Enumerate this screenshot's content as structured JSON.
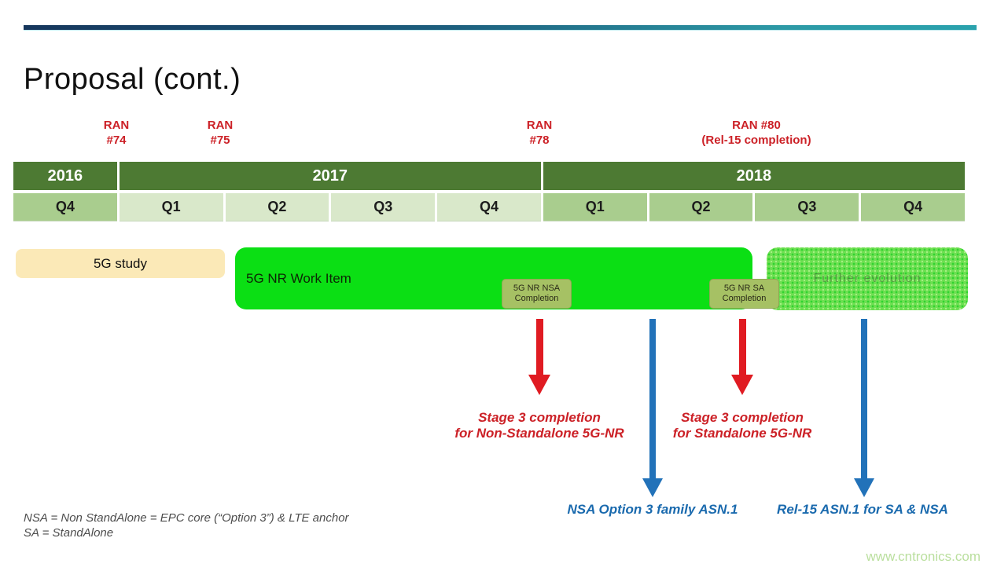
{
  "slide": {
    "title": "Proposal (cont.)",
    "watermark": "www.cntronics.com"
  },
  "milestones": [
    {
      "line1": "RAN",
      "line2": "#74"
    },
    {
      "line1": "RAN",
      "line2": "#75"
    },
    {
      "line1": "RAN",
      "line2": "#78"
    },
    {
      "line1": "RAN #80",
      "line2": "(Rel-15 completion)"
    }
  ],
  "timeline": {
    "years": [
      {
        "label": "2016"
      },
      {
        "label": "2017"
      },
      {
        "label": "2018"
      }
    ],
    "quarters": [
      "Q4",
      "Q1",
      "Q2",
      "Q3",
      "Q4",
      "Q1",
      "Q2",
      "Q3",
      "Q4"
    ]
  },
  "bars": {
    "study": "5G study",
    "work_item": "5G NR Work Item",
    "further_evolution": "Further evolution",
    "nsa_completion": {
      "line1": "5G NR NSA",
      "line2": "Completion"
    },
    "sa_completion": {
      "line1": "5G NR SA",
      "line2": "Completion"
    }
  },
  "annotations": {
    "stage3_nsa": {
      "line1": "Stage 3 completion",
      "line2": "for Non-Standalone 5G-NR"
    },
    "stage3_sa": {
      "line1": "Stage 3 completion",
      "line2": "for Standalone 5G-NR"
    },
    "nsa_asn1": "NSA Option 3  family ASN.1",
    "rel15_asn1": "Rel-15 ASN.1 for SA & NSA"
  },
  "footnotes": {
    "line1": "NSA = Non StandAlone = EPC core (“Option 3”) & LTE anchor",
    "line2": "SA = StandAlone"
  },
  "colors": {
    "accent_gradient_start": "#16365c",
    "accent_gradient_end": "#2aa2ad",
    "year_row_green": "#4d7a33",
    "quarter_medium_green": "#a9cd8e",
    "quarter_light_green": "#d9e8ca",
    "study_bar_yellow": "#fbe9b7",
    "work_item_green": "#0bdf14",
    "completion_box_olive": "#a6c164",
    "milestone_red": "#cc2127",
    "arrow_red": "#e01b22",
    "arrow_blue": "#2272b9",
    "blue_note_text": "#1a6aae",
    "watermark_green": "#badf9e"
  }
}
